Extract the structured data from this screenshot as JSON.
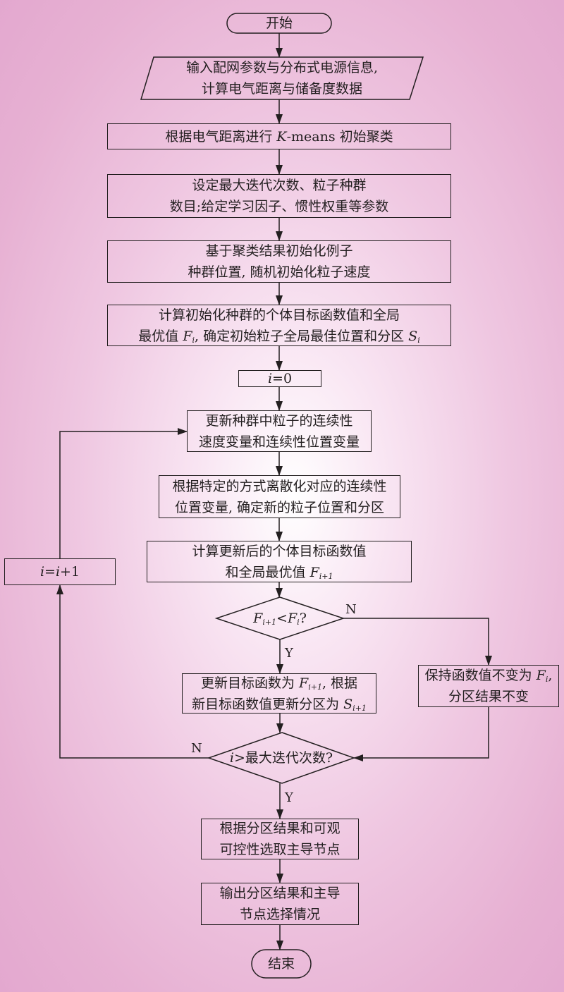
{
  "nodes": {
    "start": "开始",
    "input": {
      "line1": "输入配网参数与分布式电源信息,",
      "line2": "计算电气距离与储备度数据"
    },
    "kmeans": {
      "pre": "根据电气距离进行 ",
      "var": "K",
      "post": "-means 初始聚类"
    },
    "params": {
      "line1": "设定最大迭代次数、粒子种群",
      "line2": "数目;给定学习因子、惯性权重等参数"
    },
    "init_pos": {
      "line1": "基于聚类结果初始化例子",
      "line2": "种群位置, 随机初始化粒子速度"
    },
    "calc_init": {
      "line1": "计算初始化种群的个体目标函数值和全局",
      "line2_a": "最优值 ",
      "F": "F",
      "sub_i": "i",
      "line2_b": ", 确定初始粒子全局最佳位置和分区 ",
      "S": "S"
    },
    "i_zero": {
      "var": "i",
      "text": "=0"
    },
    "update_vel": {
      "line1": "更新种群中粒子的连续性",
      "line2": "速度变量和连续性位置变量"
    },
    "discretize": {
      "line1": "根据特定的方式离散化对应的连续性",
      "line2": "位置变量, 确定新的粒子位置和分区"
    },
    "calc_update": {
      "line1": "计算更新后的个体目标函数值",
      "line2_a": "和全局最优值 ",
      "F": "F",
      "sub": "i+1"
    },
    "cond1": {
      "F": "F",
      "sub1": "i+1",
      "lt": "<",
      "sub2": "i",
      "q": "?"
    },
    "update_obj": {
      "line1_a": "更新目标函数为 ",
      "line1_b": ", 根据",
      "line2_a": "新目标函数值更新分区为 ",
      "S": "S",
      "sub": "i+1"
    },
    "keep": {
      "line1_a": "保持函数值不变为 ",
      "line1_b": ",",
      "line2": "分区结果不变"
    },
    "cond2": {
      "text": ">最大迭代次数?"
    },
    "increment": {
      "i": "i",
      "text": "=",
      "plus": "+1"
    },
    "select_node": {
      "line1": "根据分区结果和可观",
      "line2": "可控性选取主导节点"
    },
    "output": {
      "line1": "输出分区结果和主导",
      "line2": "节点选择情况"
    },
    "end": "结束"
  },
  "labels": {
    "yes": "Y",
    "no": "N"
  },
  "colors": {
    "line": "#231f20",
    "bg_center": "#ffffff",
    "bg_edge": "#e3a8cf"
  }
}
